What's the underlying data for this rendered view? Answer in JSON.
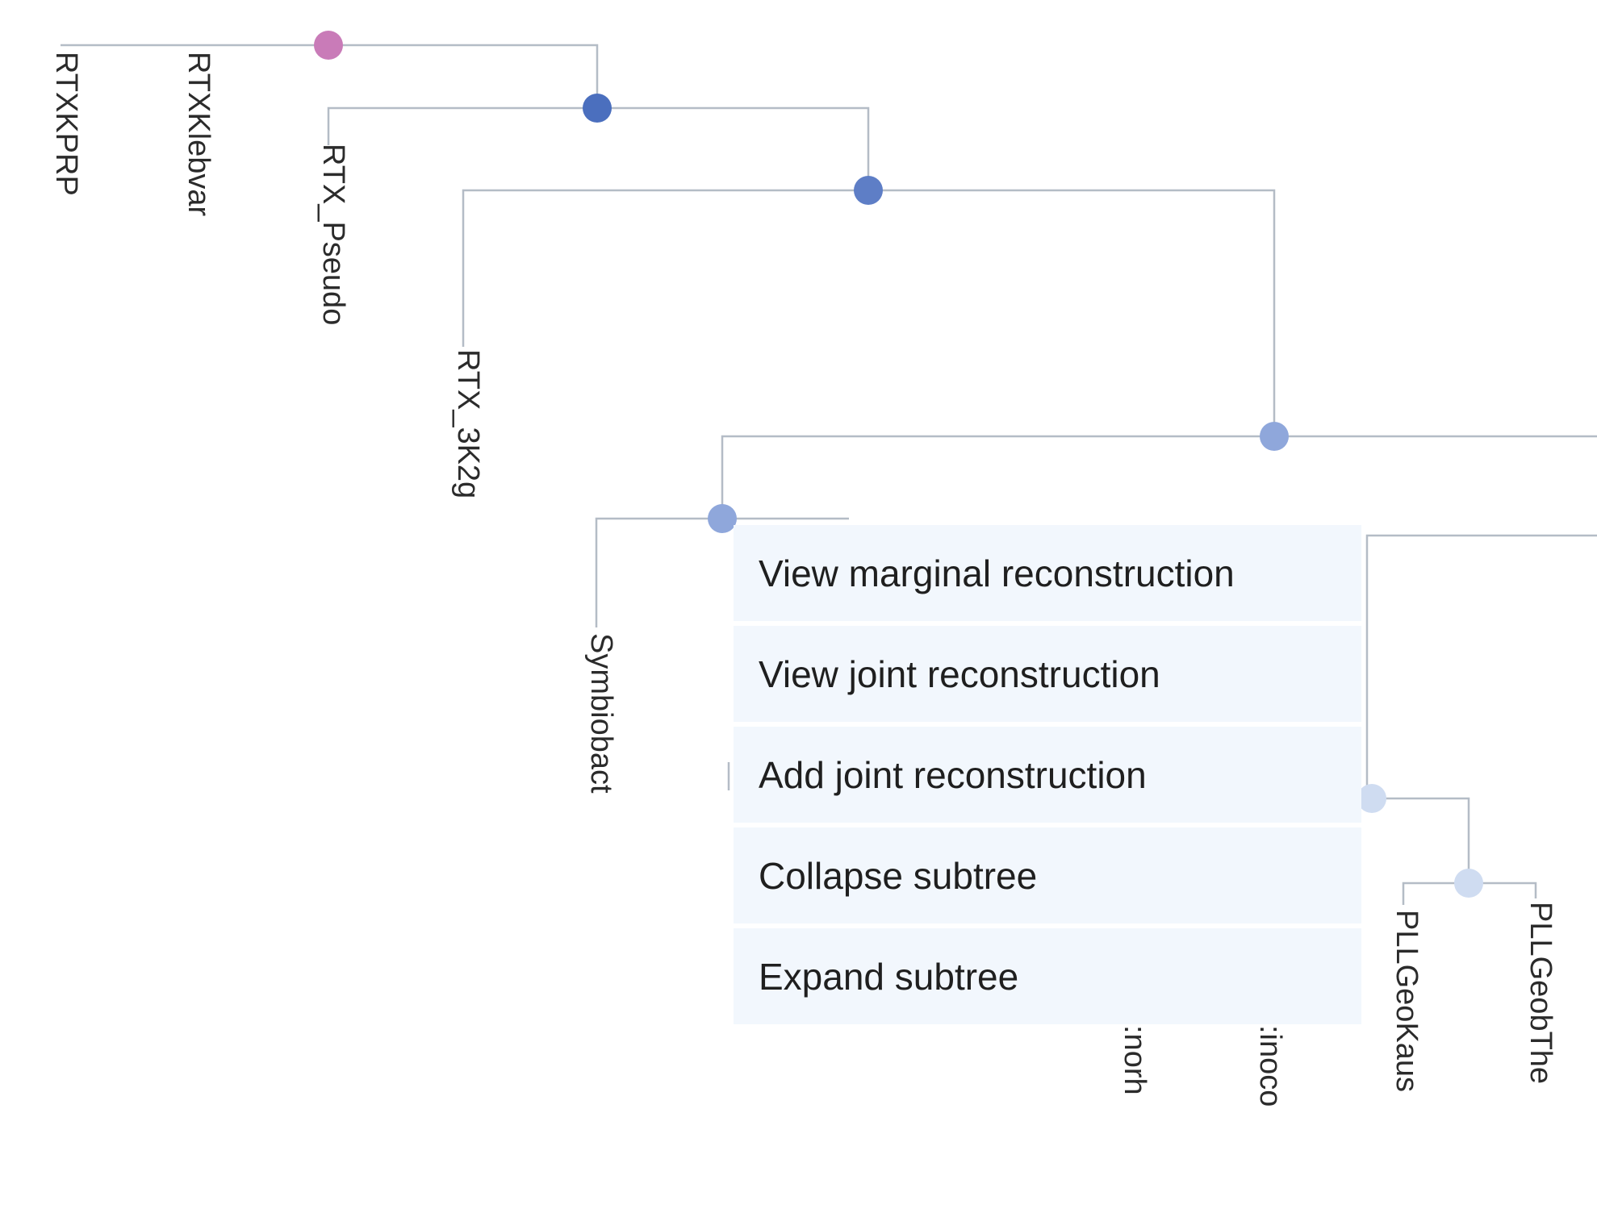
{
  "tree": {
    "leaves": [
      {
        "id": "rtxkprp",
        "label": "RTXKPRP"
      },
      {
        "id": "rtxklebvar",
        "label": "RTXKlebvar"
      },
      {
        "id": "rtx-pseudo",
        "label": "RTX_Pseudo"
      },
      {
        "id": "rtx-3k2g",
        "label": "RTX_3K2g"
      },
      {
        "id": "symbiobact",
        "label": "Symbiobact"
      },
      {
        "id": "partial-1",
        "label": ":norh"
      },
      {
        "id": "partial-2",
        "label": ":inoco"
      },
      {
        "id": "pllgeokaus",
        "label": "PLLGeoKaus"
      },
      {
        "id": "pllgeobthe",
        "label": "PLLGeobThe"
      }
    ],
    "node_colors": {
      "pink": "#c97bb8",
      "dark_blue": "#4b6fbe",
      "medium_blue": "#5e7ec6",
      "light_blue": "#8fa7db",
      "pale_blue": "#cfdcf1",
      "branch": "#b4bcc6"
    }
  },
  "context_menu": {
    "items": [
      {
        "label": "View marginal reconstruction"
      },
      {
        "label": "View joint reconstruction"
      },
      {
        "label": "Add joint reconstruction"
      },
      {
        "label": "Collapse subtree"
      },
      {
        "label": "Expand subtree"
      }
    ]
  }
}
